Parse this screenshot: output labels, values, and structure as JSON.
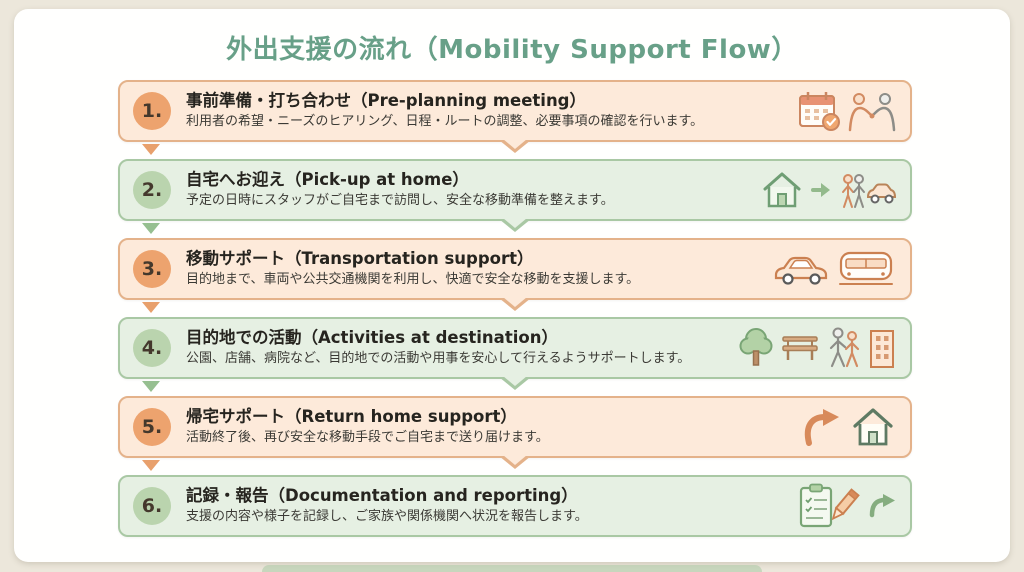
{
  "page": {
    "title": "外出支援の流れ（Mobility Support Flow）"
  },
  "steps": [
    {
      "number": "1.",
      "title": "事前準備・打ち合わせ（Pre-planning meeting）",
      "description": "利用者の希望・ニーズのヒアリング、日程・ルートの調整、必要事項の確認を行います。",
      "theme": "peach",
      "icons": [
        "calendar-check-icon",
        "handshake-icon"
      ]
    },
    {
      "number": "2.",
      "title": "自宅へお迎え（Pick-up at home）",
      "description": "予定の日時にスタッフがご自宅まで訪問し、安全な移動準備を整えます。",
      "theme": "green",
      "icons": [
        "home-icon",
        "arrow-right-icon",
        "pickup-people-car-icon"
      ]
    },
    {
      "number": "3.",
      "title": "移動サポート（Transportation support）",
      "description": "目的地まで、車両や公共交通機関を利用し、快適で安全な移動を支援します。",
      "theme": "peach",
      "icons": [
        "car-icon",
        "train-icon"
      ]
    },
    {
      "number": "4.",
      "title": "目的地での活動（Activities at destination）",
      "description": "公園、店舗、病院など、目的地での活動や用事を安心して行えるようサポートします。",
      "theme": "green",
      "icons": [
        "tree-icon",
        "bench-icon",
        "walking-people-icon",
        "building-icon"
      ]
    },
    {
      "number": "5.",
      "title": "帰宅サポート（Return home support）",
      "description": "活動終了後、再び安全な移動手段でご自宅まで送り届けます。",
      "theme": "peach",
      "icons": [
        "return-arrow-icon",
        "home-outline-icon"
      ]
    },
    {
      "number": "6.",
      "title": "記録・報告（Documentation and reporting）",
      "description": "支援の内容や様子を記録し、ご家族や関係機関へ状況を報告します。",
      "theme": "green",
      "icons": [
        "clipboard-checklist-icon",
        "pencil-icon",
        "forward-arrow-icon"
      ]
    }
  ],
  "colors": {
    "background": "#ece7db",
    "card": "#ffffff",
    "title_green": "#68a088",
    "peach_bg": "#fdeada",
    "peach_border": "#e4b28a",
    "green_bg": "#e6f0e3",
    "green_border": "#a9c8a4",
    "badge_orange": "#eda36e",
    "badge_green": "#bad4ae"
  }
}
